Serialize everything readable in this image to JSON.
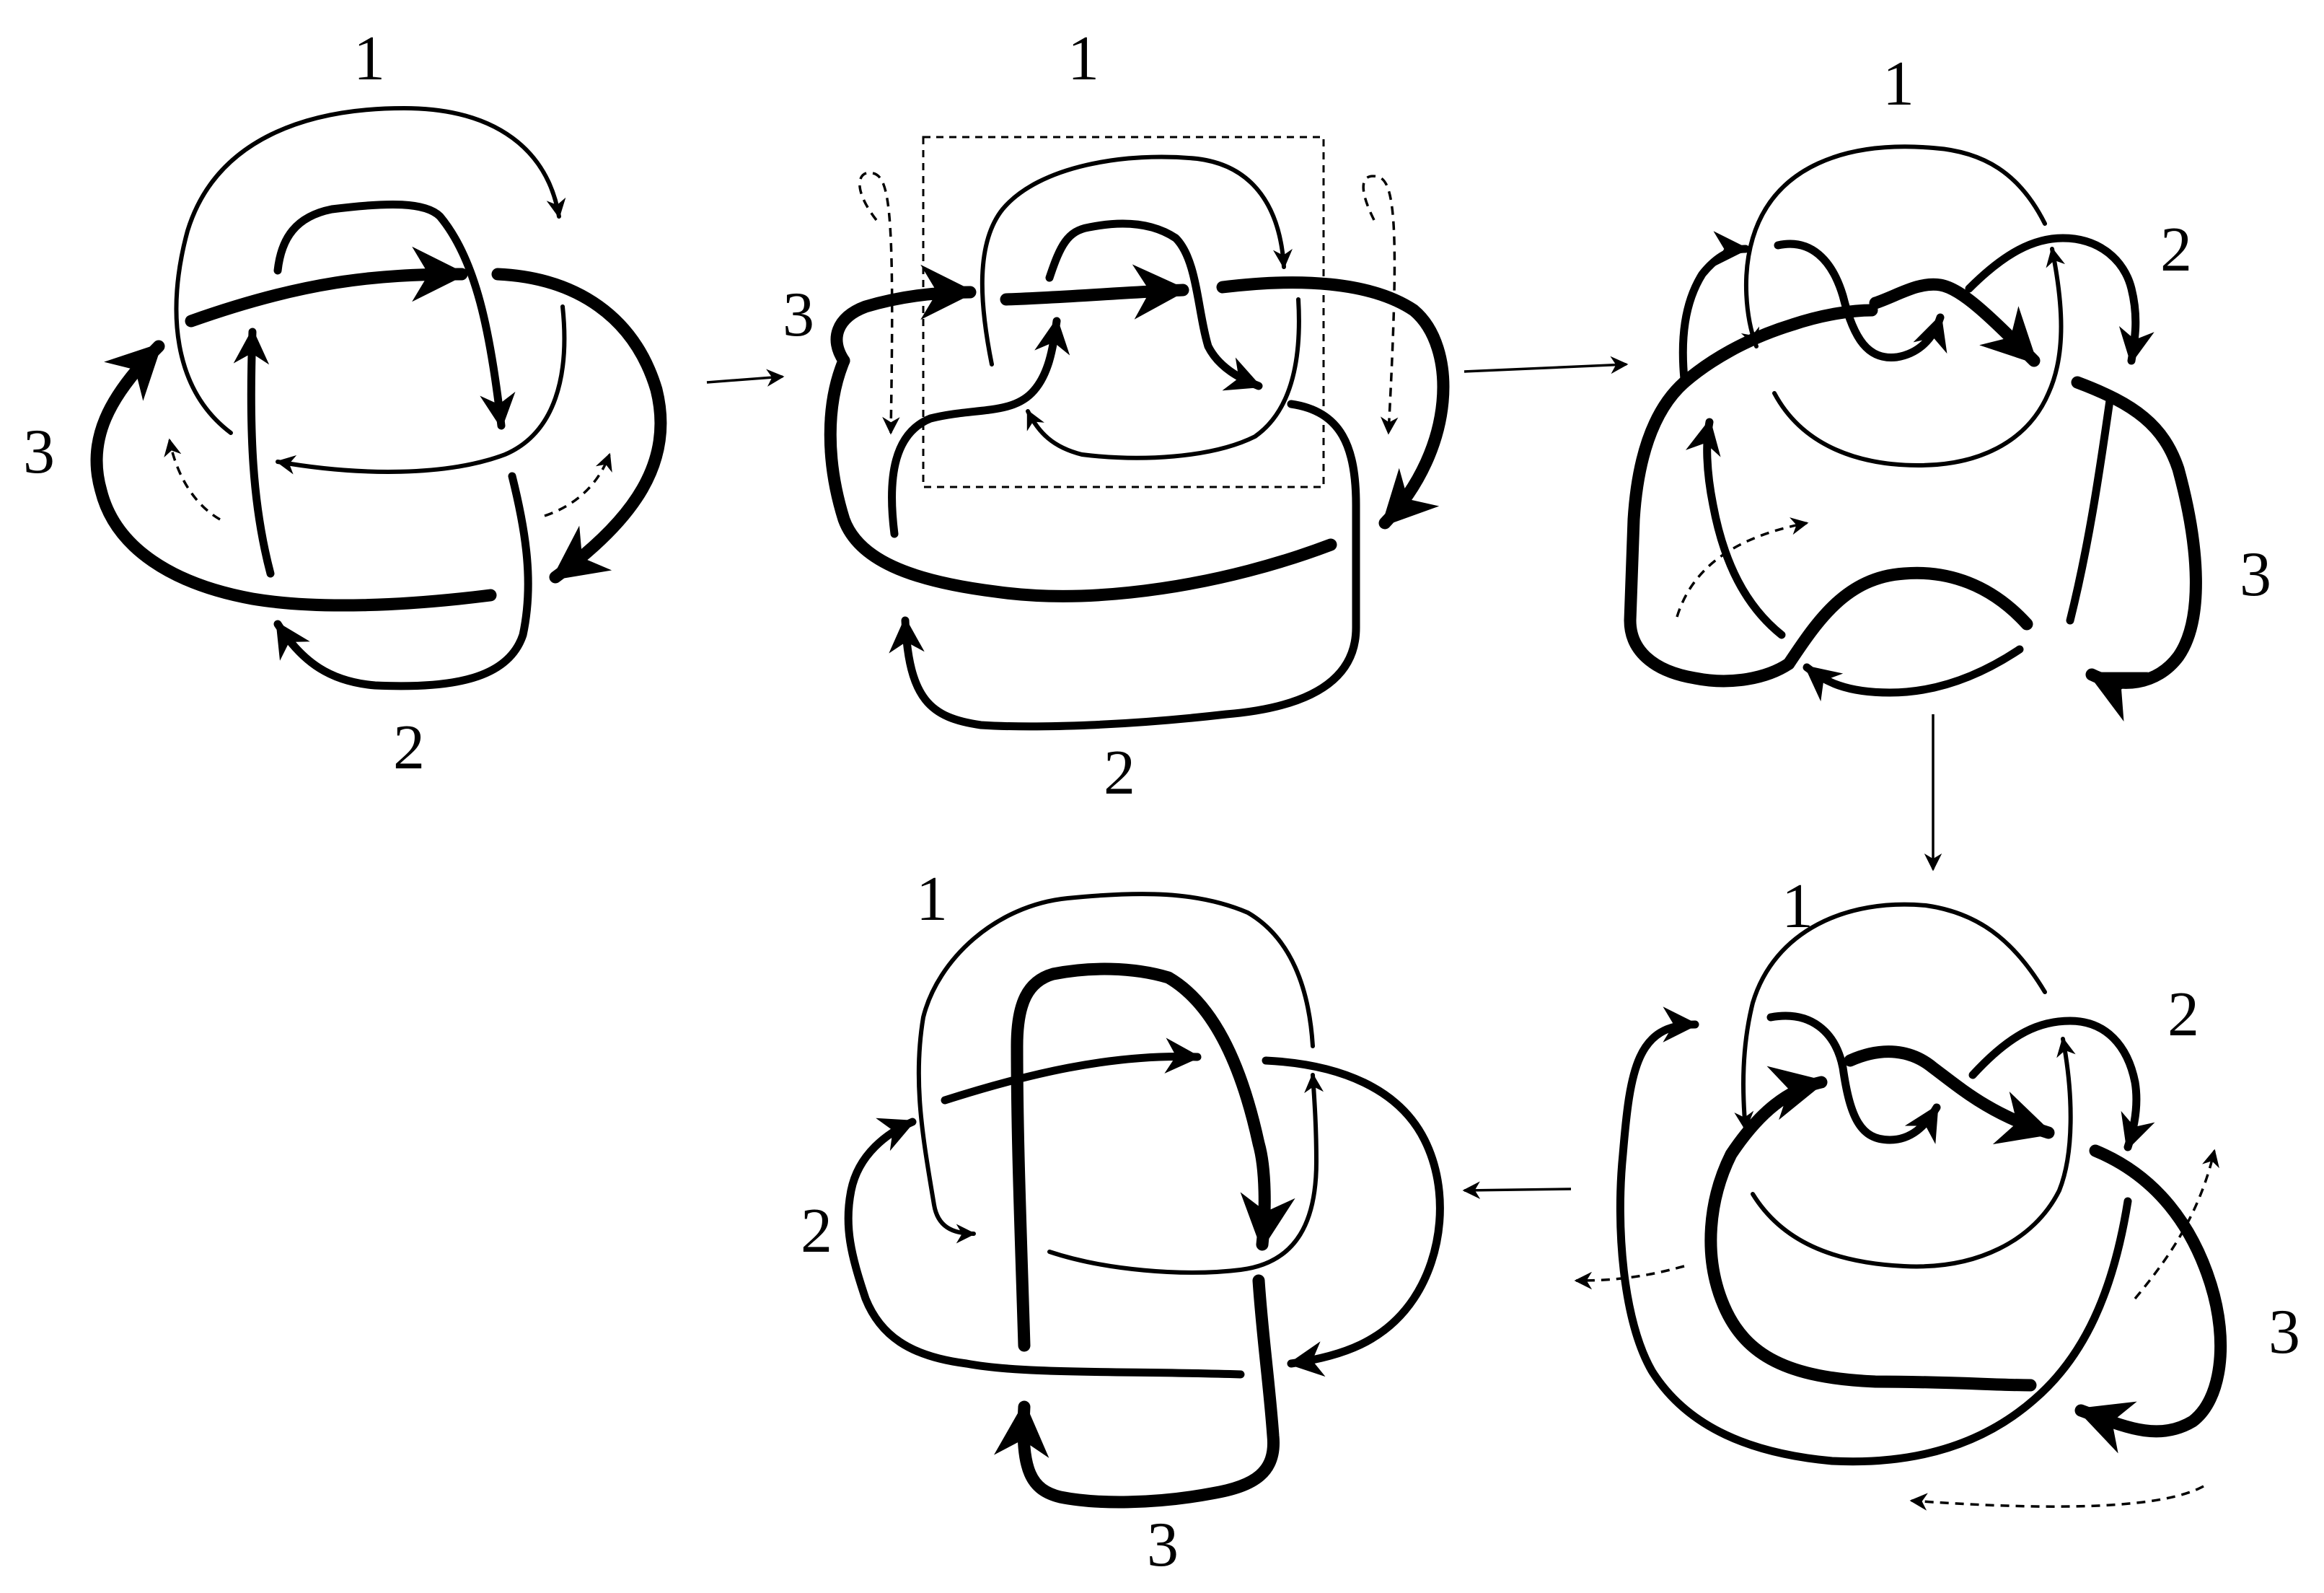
{
  "panels": [
    {
      "id": "panel-1",
      "labels": [
        "1",
        "2",
        "3"
      ]
    },
    {
      "id": "panel-2",
      "labels": [
        "1",
        "2",
        "3"
      ]
    },
    {
      "id": "panel-3",
      "labels": [
        "1",
        "2",
        "3"
      ]
    },
    {
      "id": "panel-4",
      "labels": [
        "1",
        "2",
        "3"
      ]
    },
    {
      "id": "panel-5",
      "labels": [
        "1",
        "2",
        "3"
      ]
    }
  ],
  "colors": {
    "ink": "#000000",
    "background": "#ffffff"
  }
}
